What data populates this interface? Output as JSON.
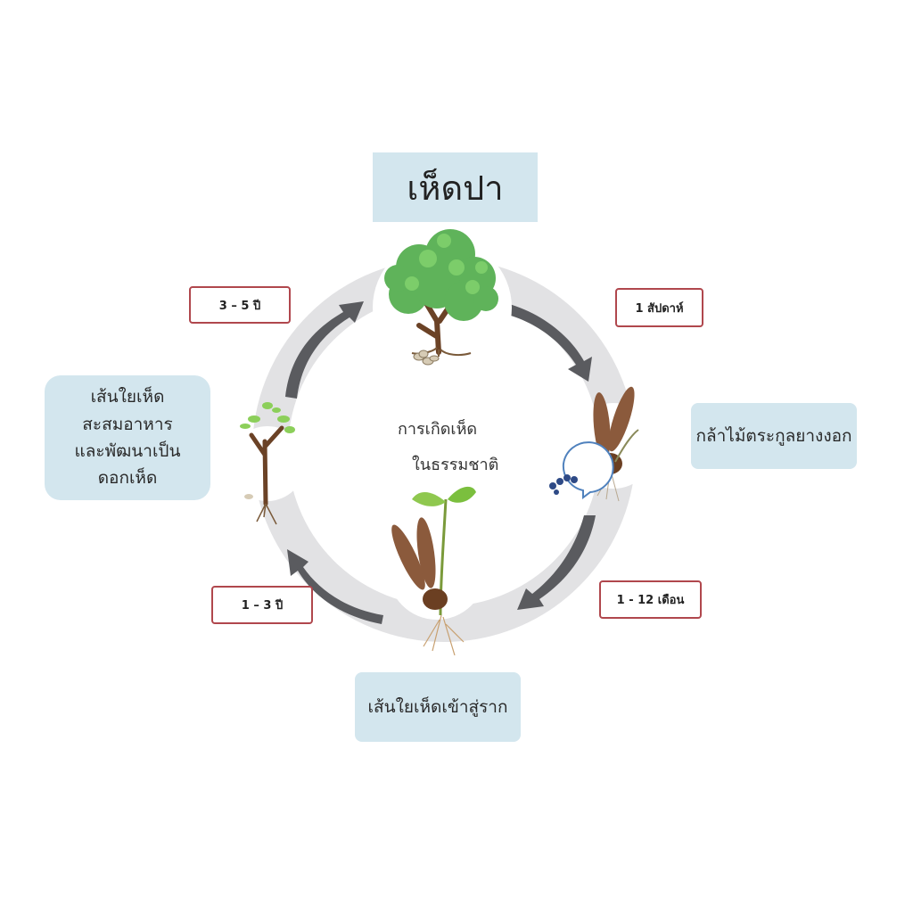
{
  "title": "เห็ดปา",
  "center": {
    "line1": "การเกิดเห็ด",
    "line2": "ในธรรมชาติ"
  },
  "stages": {
    "seedling": "กล้าไม้ตระกูลยางงอก",
    "root_entry": "เส้นใยเห็ดเข้าสู่ราก",
    "mycelium": [
      "เส้นใยเห็ด",
      "สะสมอาหาร",
      "และพัฒนาเป็น",
      "ดอกเห็ด"
    ]
  },
  "durations": {
    "one_week": "1 สัปดาห์",
    "months": "1 -  12 เดือน",
    "years_1_3": "1 – 3 ปี",
    "years_3_5": "3 – 5 ปี"
  },
  "colors": {
    "stage_box": "#d3e6ee",
    "time_border": "#b0474d",
    "ring": "#e3e3e5",
    "arrow": "#5c5d61"
  }
}
